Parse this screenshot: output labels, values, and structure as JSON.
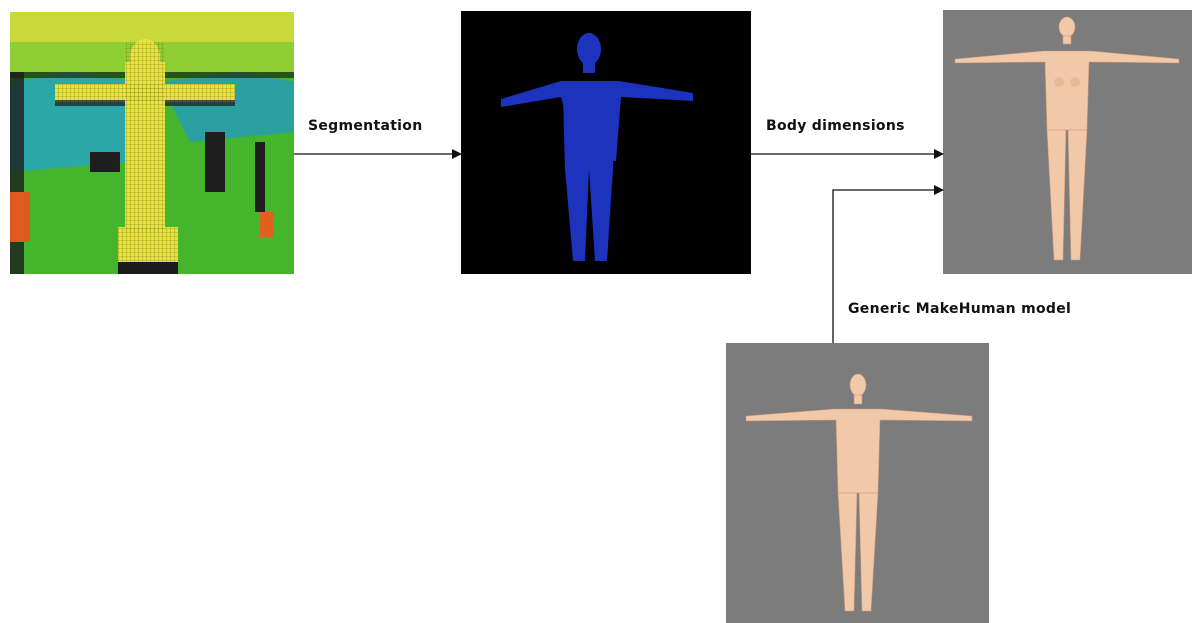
{
  "labels": {
    "segmentation": "Segmentation",
    "body_dimensions": "Body dimensions",
    "generic_model": "Generic MakeHuman model"
  },
  "panels": {
    "depth": "depth scan point cloud",
    "segmented": "segmented body point cloud",
    "output": "fitted MakeHuman body model",
    "generic": "generic MakeHuman body model"
  },
  "colors": {
    "arrow": "#111111",
    "model_bg": "#7c7c7c",
    "skin": "#f2c9a8",
    "point_cloud": "#1f35c8",
    "scan_green": "#3fb82e",
    "scan_yellow": "#e7e33a"
  }
}
